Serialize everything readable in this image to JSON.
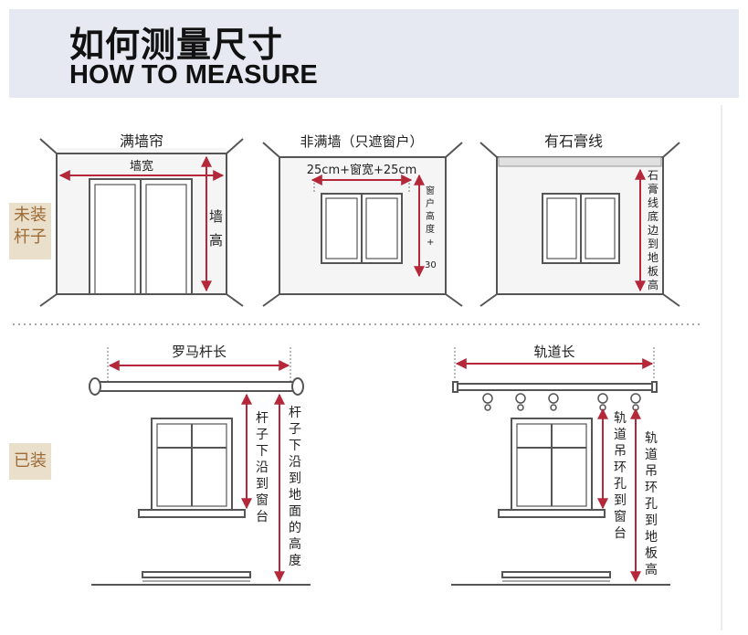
{
  "header": {
    "title_cn": "如何测量尺寸",
    "title_en": "HOW TO MEASURE"
  },
  "row_labels": {
    "not_installed": "未装杆子",
    "installed": "已装"
  },
  "panels": {
    "full_wall": {
      "title": "满墙帘",
      "width_label": "墙宽",
      "height_label": "墙高"
    },
    "partial_wall": {
      "title": "非满墙（只遮窗户）",
      "width_label": "25cm+窗宽+25cm",
      "height_label": "窗户高度+30"
    },
    "plaster_line": {
      "title": "有石膏线",
      "height_label": "石膏线底边到地板高"
    },
    "rod": {
      "length_label": "罗马杆长",
      "rod_to_sill": "杆子下沿到窗台",
      "rod_to_floor": "杆子下沿到地面的高度"
    },
    "track": {
      "length_label": "轨道长",
      "hook_to_sill": "轨道吊环孔到窗台",
      "hook_to_floor": "轨道吊环孔到地板高"
    }
  },
  "colors": {
    "arrow": "#b5283a",
    "line": "#555555",
    "header_bg": "#e7e9f2",
    "label_bg": "#eadfca",
    "label_text": "#9b6b38"
  }
}
